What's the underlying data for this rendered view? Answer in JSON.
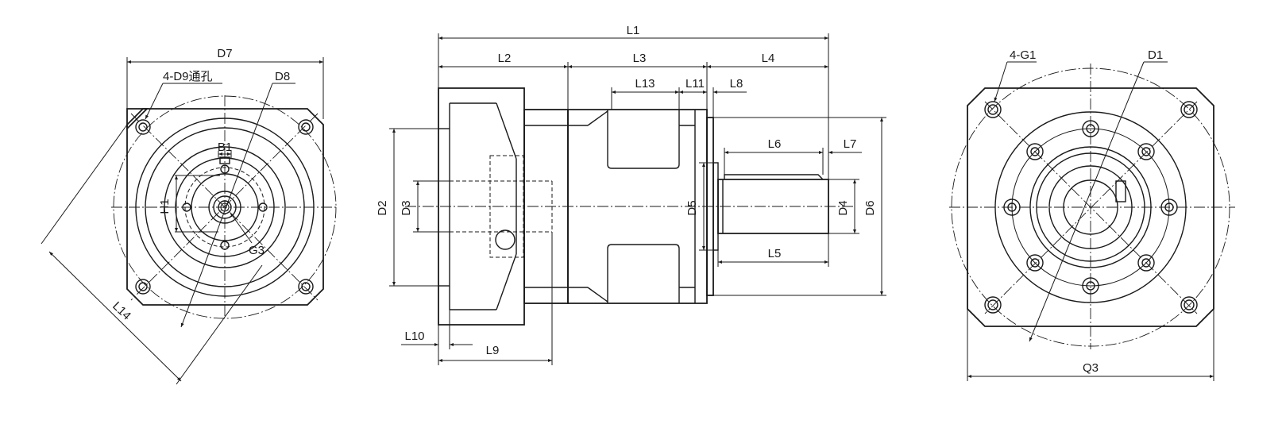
{
  "labels": {
    "D7": "D7",
    "D8": "D8",
    "D9_holes": "4-D9通孔",
    "B1": "B1",
    "H1": "H1",
    "G3": "G3",
    "L14": "L14",
    "L1": "L1",
    "L2": "L2",
    "L3": "L3",
    "L4": "L4",
    "L13": "L13",
    "L11": "L11",
    "L8": "L8",
    "L6": "L6",
    "L7": "L7",
    "L5": "L5",
    "L9": "L9",
    "L10": "L10",
    "D2": "D2",
    "D3": "D3",
    "D5": "D5",
    "D4": "D4",
    "D6": "D6",
    "G1": "4-G1",
    "D1": "D1",
    "Q3": "Q3"
  }
}
